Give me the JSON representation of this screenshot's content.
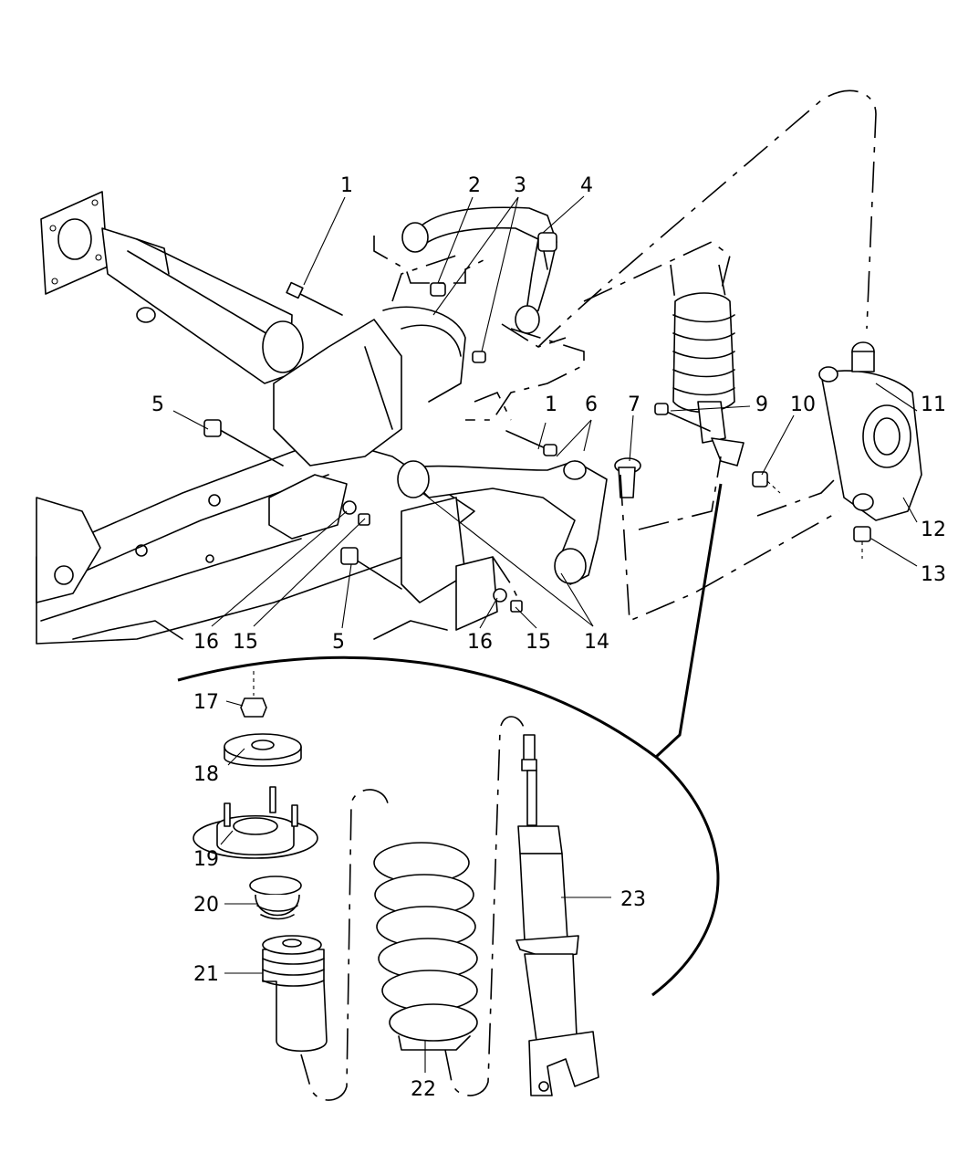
{
  "diagram": {
    "callouts": [
      {
        "id": "c1a",
        "text": "1"
      },
      {
        "id": "c2",
        "text": "2"
      },
      {
        "id": "c3",
        "text": "3"
      },
      {
        "id": "c4",
        "text": "4"
      },
      {
        "id": "c5a",
        "text": "5"
      },
      {
        "id": "c1b",
        "text": "1"
      },
      {
        "id": "c6",
        "text": "6"
      },
      {
        "id": "c7",
        "text": "7"
      },
      {
        "id": "c9",
        "text": "9"
      },
      {
        "id": "c10",
        "text": "10"
      },
      {
        "id": "c11",
        "text": "11"
      },
      {
        "id": "c12",
        "text": "12"
      },
      {
        "id": "c13",
        "text": "13"
      },
      {
        "id": "c16a",
        "text": "16"
      },
      {
        "id": "c15a",
        "text": "15"
      },
      {
        "id": "c5b",
        "text": "5"
      },
      {
        "id": "c16b",
        "text": "16"
      },
      {
        "id": "c15b",
        "text": "15"
      },
      {
        "id": "c14",
        "text": "14"
      },
      {
        "id": "c17",
        "text": "17"
      },
      {
        "id": "c18",
        "text": "18"
      },
      {
        "id": "c19",
        "text": "19"
      },
      {
        "id": "c20",
        "text": "20"
      },
      {
        "id": "c21",
        "text": "21"
      },
      {
        "id": "c22",
        "text": "22"
      },
      {
        "id": "c23",
        "text": "23"
      }
    ]
  }
}
